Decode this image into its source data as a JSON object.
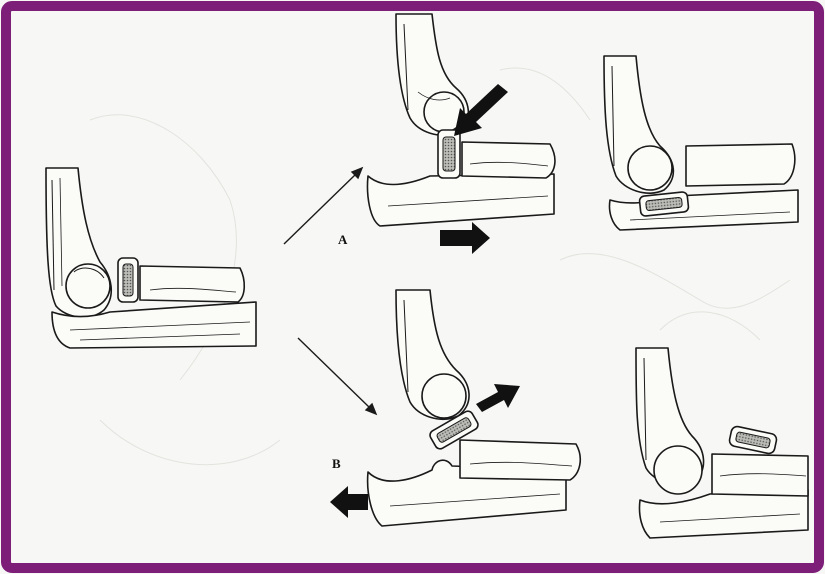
{
  "colors": {
    "frame": "#7d1e78",
    "background": "#f7f7f5",
    "ink": "#1a1a1a",
    "bone_fill": "#fbfbf8",
    "shade": "#3a3a3a",
    "arrow": "#111111"
  },
  "labels": {
    "a": "A",
    "b": "B"
  },
  "panels": [
    {
      "id": "initial",
      "description_key": "elbow-with-radial-head-fragment"
    },
    {
      "id": "a-middle",
      "arrow_icon": "compression-arrow"
    },
    {
      "id": "a-right",
      "arrow_icon": "none"
    },
    {
      "id": "b-middle",
      "arrow_icon": "distraction-arrow"
    },
    {
      "id": "b-right",
      "arrow_icon": "none"
    }
  ]
}
